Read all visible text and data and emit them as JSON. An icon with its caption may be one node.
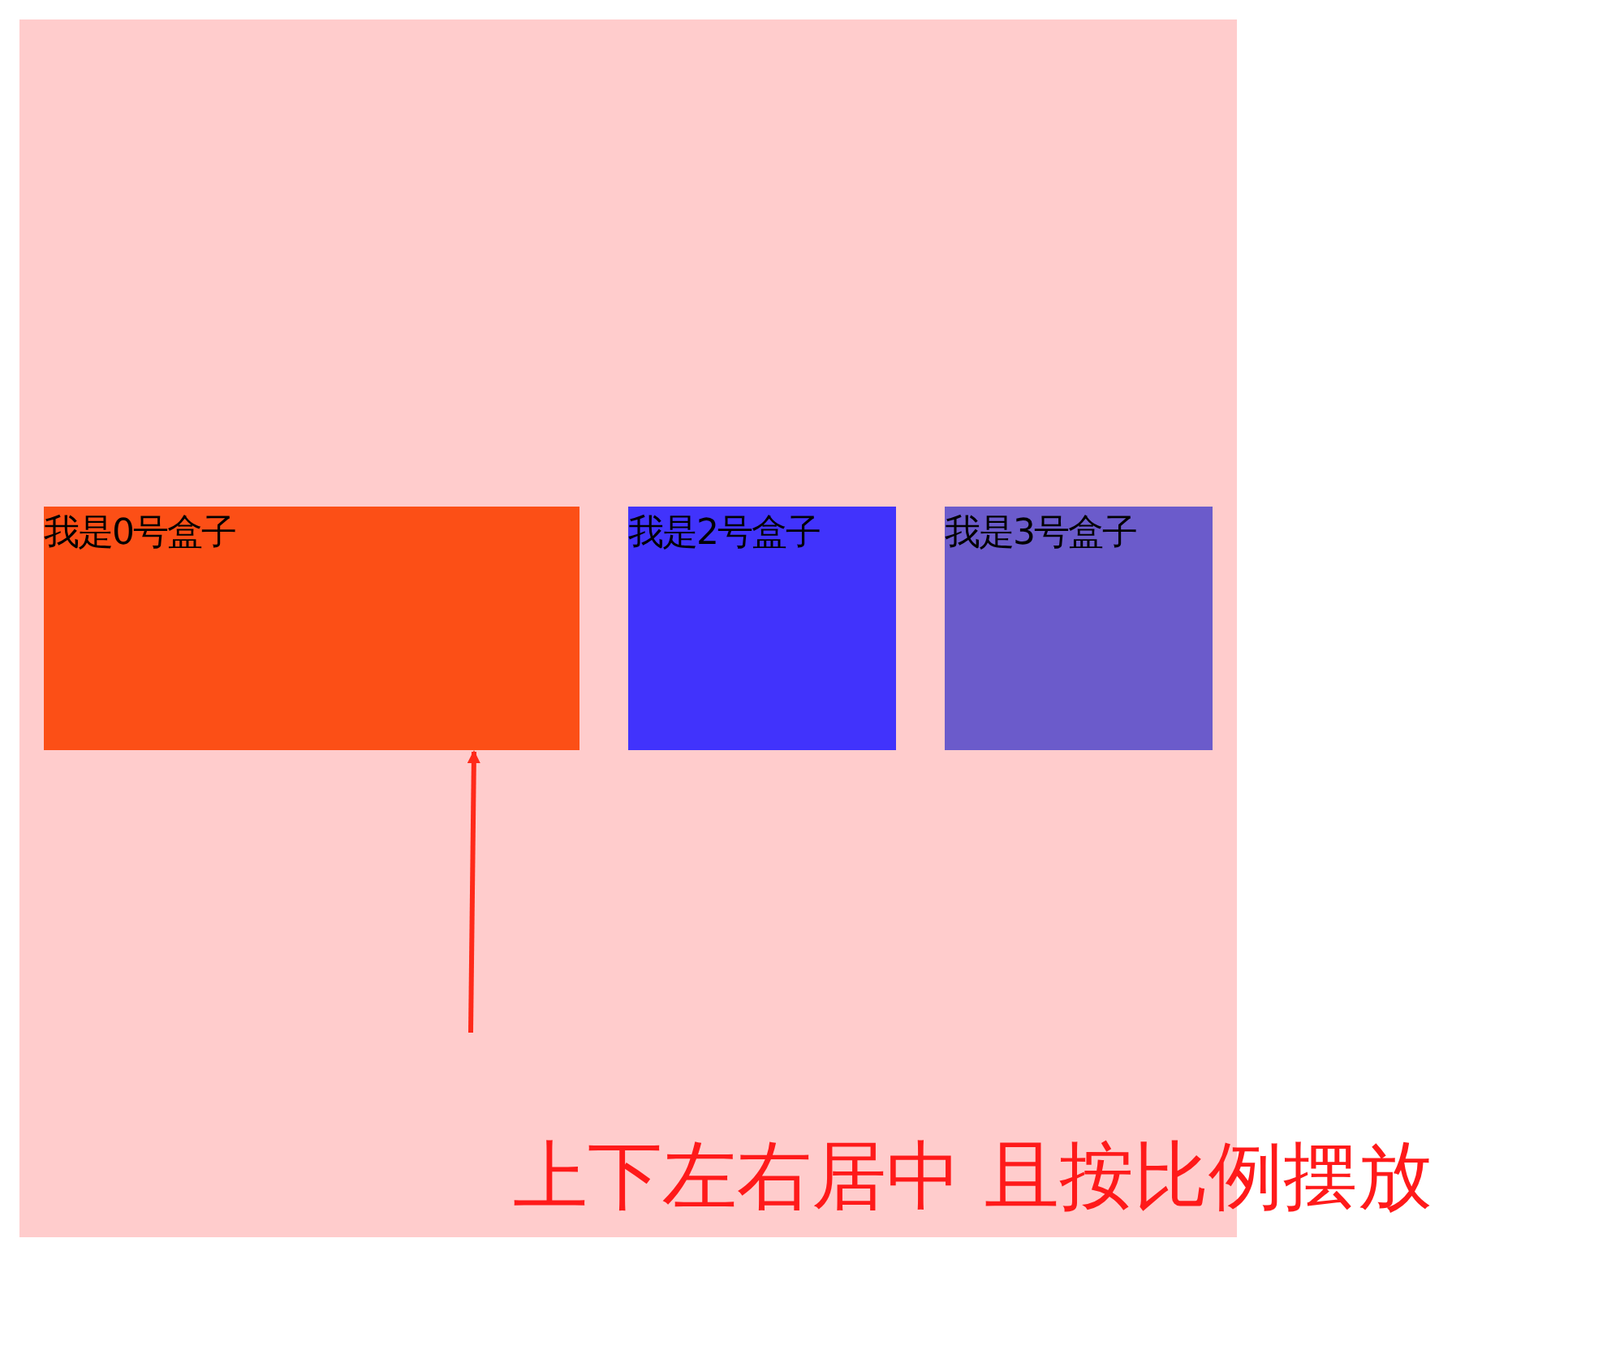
{
  "diagram": {
    "nodes": [
      {
        "text": [],
        "shape": "box"
      },
      {
        "text": [
          "我是0号盒子"
        ],
        "in": 0
      },
      {
        "text": [
          "我是2号盒子"
        ],
        "in": 0
      },
      {
        "text": [
          "我是3号盒子"
        ],
        "in": 0
      }
    ],
    "edges": [
      {
        "from": null,
        "to": 1,
        "arrow": "to",
        "color": "#ff2a1a"
      }
    ],
    "labels": [
      "上下左右居中 且按比例摆放"
    ]
  }
}
